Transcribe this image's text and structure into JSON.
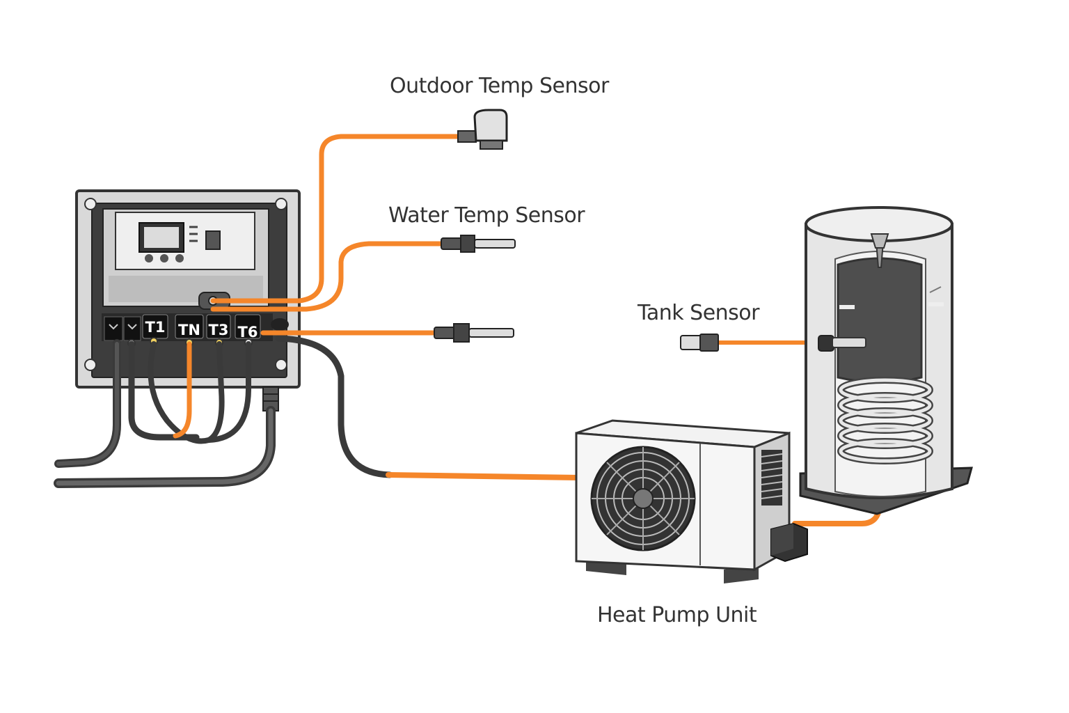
{
  "labels": {
    "outdoor_sensor": "Outdoor Temp Sensor",
    "water_sensor": "Water Temp Sensor",
    "tank_sensor": "Tank Sensor",
    "heat_pump": "Heat Pump Unit"
  },
  "terminals": [
    "T1",
    "TN",
    "T3",
    "T6"
  ],
  "colors": {
    "sensor_wire": "#f5862a",
    "power_cable": "#3a3a3a",
    "enclosure": "#4a4a4a"
  },
  "icons": [
    "controller-display-icon",
    "fan-icon",
    "coil-icon"
  ]
}
